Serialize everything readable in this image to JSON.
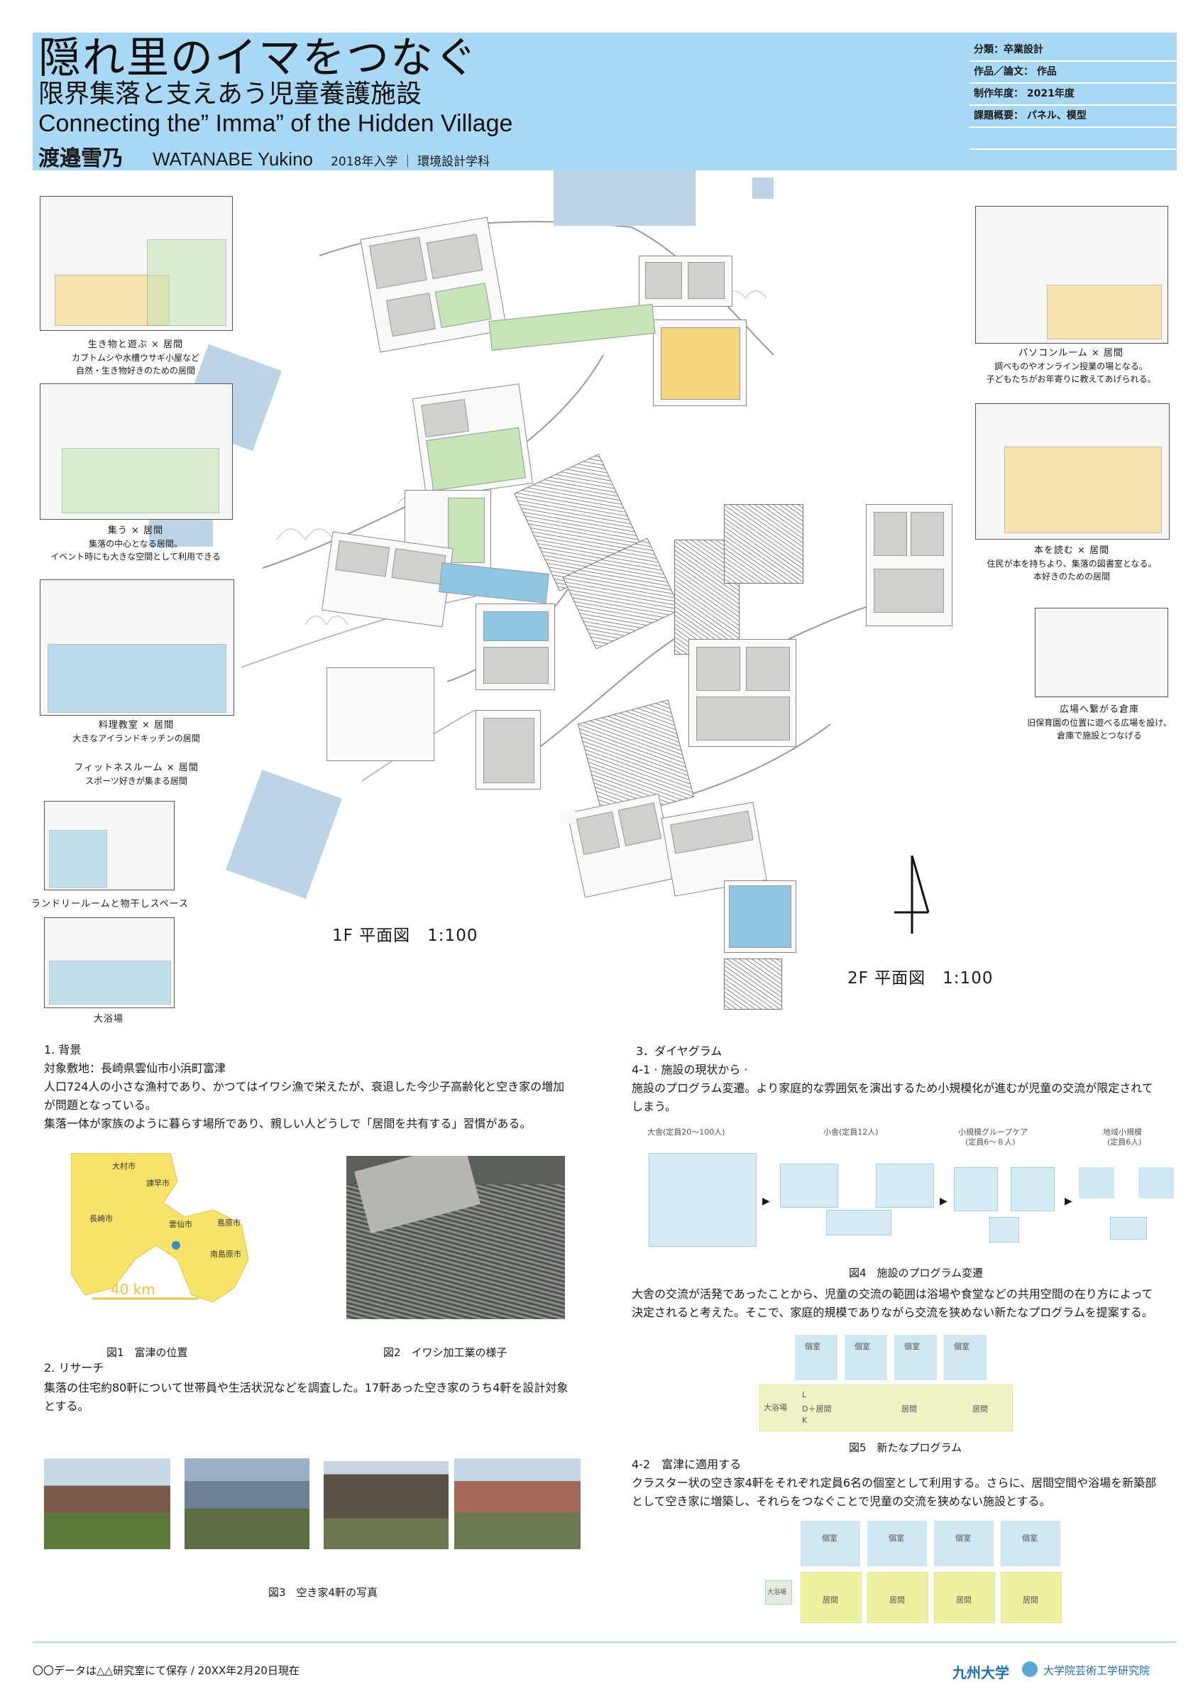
{
  "header": {
    "title_main": "隠れ里のイマをつなぐ",
    "title_sub": "限界集落と支えあう児童養護施設",
    "title_en": "Connecting the” Imma” of the Hidden Village",
    "author_jp": "渡邉雪乃",
    "author_en": "WATANABE Yukino",
    "author_meta": "2018年入学 ｜ 環境設計学科",
    "meta": [
      "分類：卒業設計",
      "作品／論文：  作品",
      "制作年度：  2021年度",
      "課題概要：  パネル、模型",
      ""
    ]
  },
  "left_panels": [
    {
      "title": "生き物と遊ぶ × 居間",
      "lines": [
        "カブトムシや水槽ウサギ小屋など",
        "自然・生き物好きのための居間"
      ]
    },
    {
      "title": "集う × 居間",
      "lines": [
        "集落の中心となる居間。",
        "イベント時にも大きな空間として利用できる"
      ]
    },
    {
      "title": "料理教室 × 居間",
      "lines": [
        "大きなアイランドキッチンの居間"
      ]
    },
    {
      "title": "フィットネスルーム × 居間",
      "lines": [
        "スポーツ好きが集まる居間"
      ]
    },
    {
      "title": "ランドリールームと物干しスペース",
      "lines": []
    },
    {
      "title": "大浴場",
      "lines": []
    }
  ],
  "right_panels": [
    {
      "title": "パソコンルーム × 居間",
      "lines": [
        "調べものやオンライン授業の場となる。",
        "子どもたちがお年寄りに教えてあげられる。"
      ]
    },
    {
      "title": "本を読む × 居間",
      "lines": [
        "住民が本を持ちより、集落の図書室となる。",
        "本好きのための居間"
      ]
    },
    {
      "title": "広場へ繋がる倉庫",
      "lines": [
        "旧保育園の位置に遊べる広場を設け、",
        "倉庫で施設とつなげる"
      ]
    }
  ],
  "plan": {
    "label_1f": "1F 平面図　1:100",
    "label_2f": "2F 平面図　1:100"
  },
  "section1": {
    "heading": "1.  背景",
    "lines": [
      "対象敷地：長崎県雲仙市小浜町富津",
      "人口724人の小さな漁村であり、かつてはイワシ漁で栄えたが、衰退した今少子高齢化と空き家の増加",
      "が問題となっている。",
      "集落一体が家族のように暮らす場所であり、親しい人どうしで「居間を共有する」習慣がある。"
    ],
    "map_labels": [
      "大村市",
      "諫早市",
      "長崎市",
      "雲仙市",
      "島原市",
      "南島原市"
    ],
    "map_scale": "40 km",
    "fig1": "図1　富津の位置",
    "fig2": "図2　イワシ加工業の様子"
  },
  "section2": {
    "heading": "2.  リサーチ",
    "lines": [
      "集落の住宅約80軒について世帯員や生活状況などを調査した。17軒あった空き家のうち4軒を設計対象",
      "とする。"
    ],
    "fig3": "図3　空き家4軒の写真"
  },
  "section3": {
    "heading": "3．ダイヤグラム",
    "sub1": "4-1 · 施設の現状から ·",
    "sub1_lines": [
      "施設のプログラム変遷。より家庭的な雰囲気を演出するため小規模化が進むが児童の交流が限定されて",
      "しまう。"
    ],
    "diagram_titles": [
      "大舎(定員20～100人)",
      "小舎(定員12人)",
      "小規模グループケア",
      "(定員6～８人)",
      "地域小規模",
      "(定員6人)"
    ],
    "fig4": "図4　施設のプログラム変遷",
    "mid_lines": [
      "大舎の交流が活発であったことから、児童の交流の範囲は浴場や食堂などの共用空間の在り方によって",
      "決定されると考えた。そこで、家庭的規模でありながら交流を狭めない新たなプログラムを提案する。"
    ],
    "fig5_room": "個室",
    "fig5_bath": "大浴場",
    "fig5_ldk": [
      "L",
      "D＋居間",
      "K"
    ],
    "fig5_living": "居間",
    "fig5": "図5　新たなプログラム",
    "sub2": "4-2　富津に適用する",
    "sub2_lines": [
      "クラスター状の空き家4軒をそれぞれ定員6名の個室として利用する。さらに、居間空間や浴場を新築部",
      "として空き家に増築し、それらをつなぐことで児童の交流を狭めない施設とする。"
    ],
    "fig6_bath": "大浴場"
  },
  "footer": {
    "left": "〇〇データは△△研究室にて保存 / 20XX年2月20日現在",
    "univ": "九州大学",
    "school": "大学院芸術工学研究院"
  },
  "colors": {
    "header_bg": "#a8d8f4",
    "accent_yellow": "#f6d77f",
    "accent_green": "#c6e6b6",
    "accent_blue": "#8fc7e3",
    "water_blue": "#bdd3e6",
    "map_yellow": "#f7e36a",
    "univ_blue": "#1f6fb0"
  }
}
